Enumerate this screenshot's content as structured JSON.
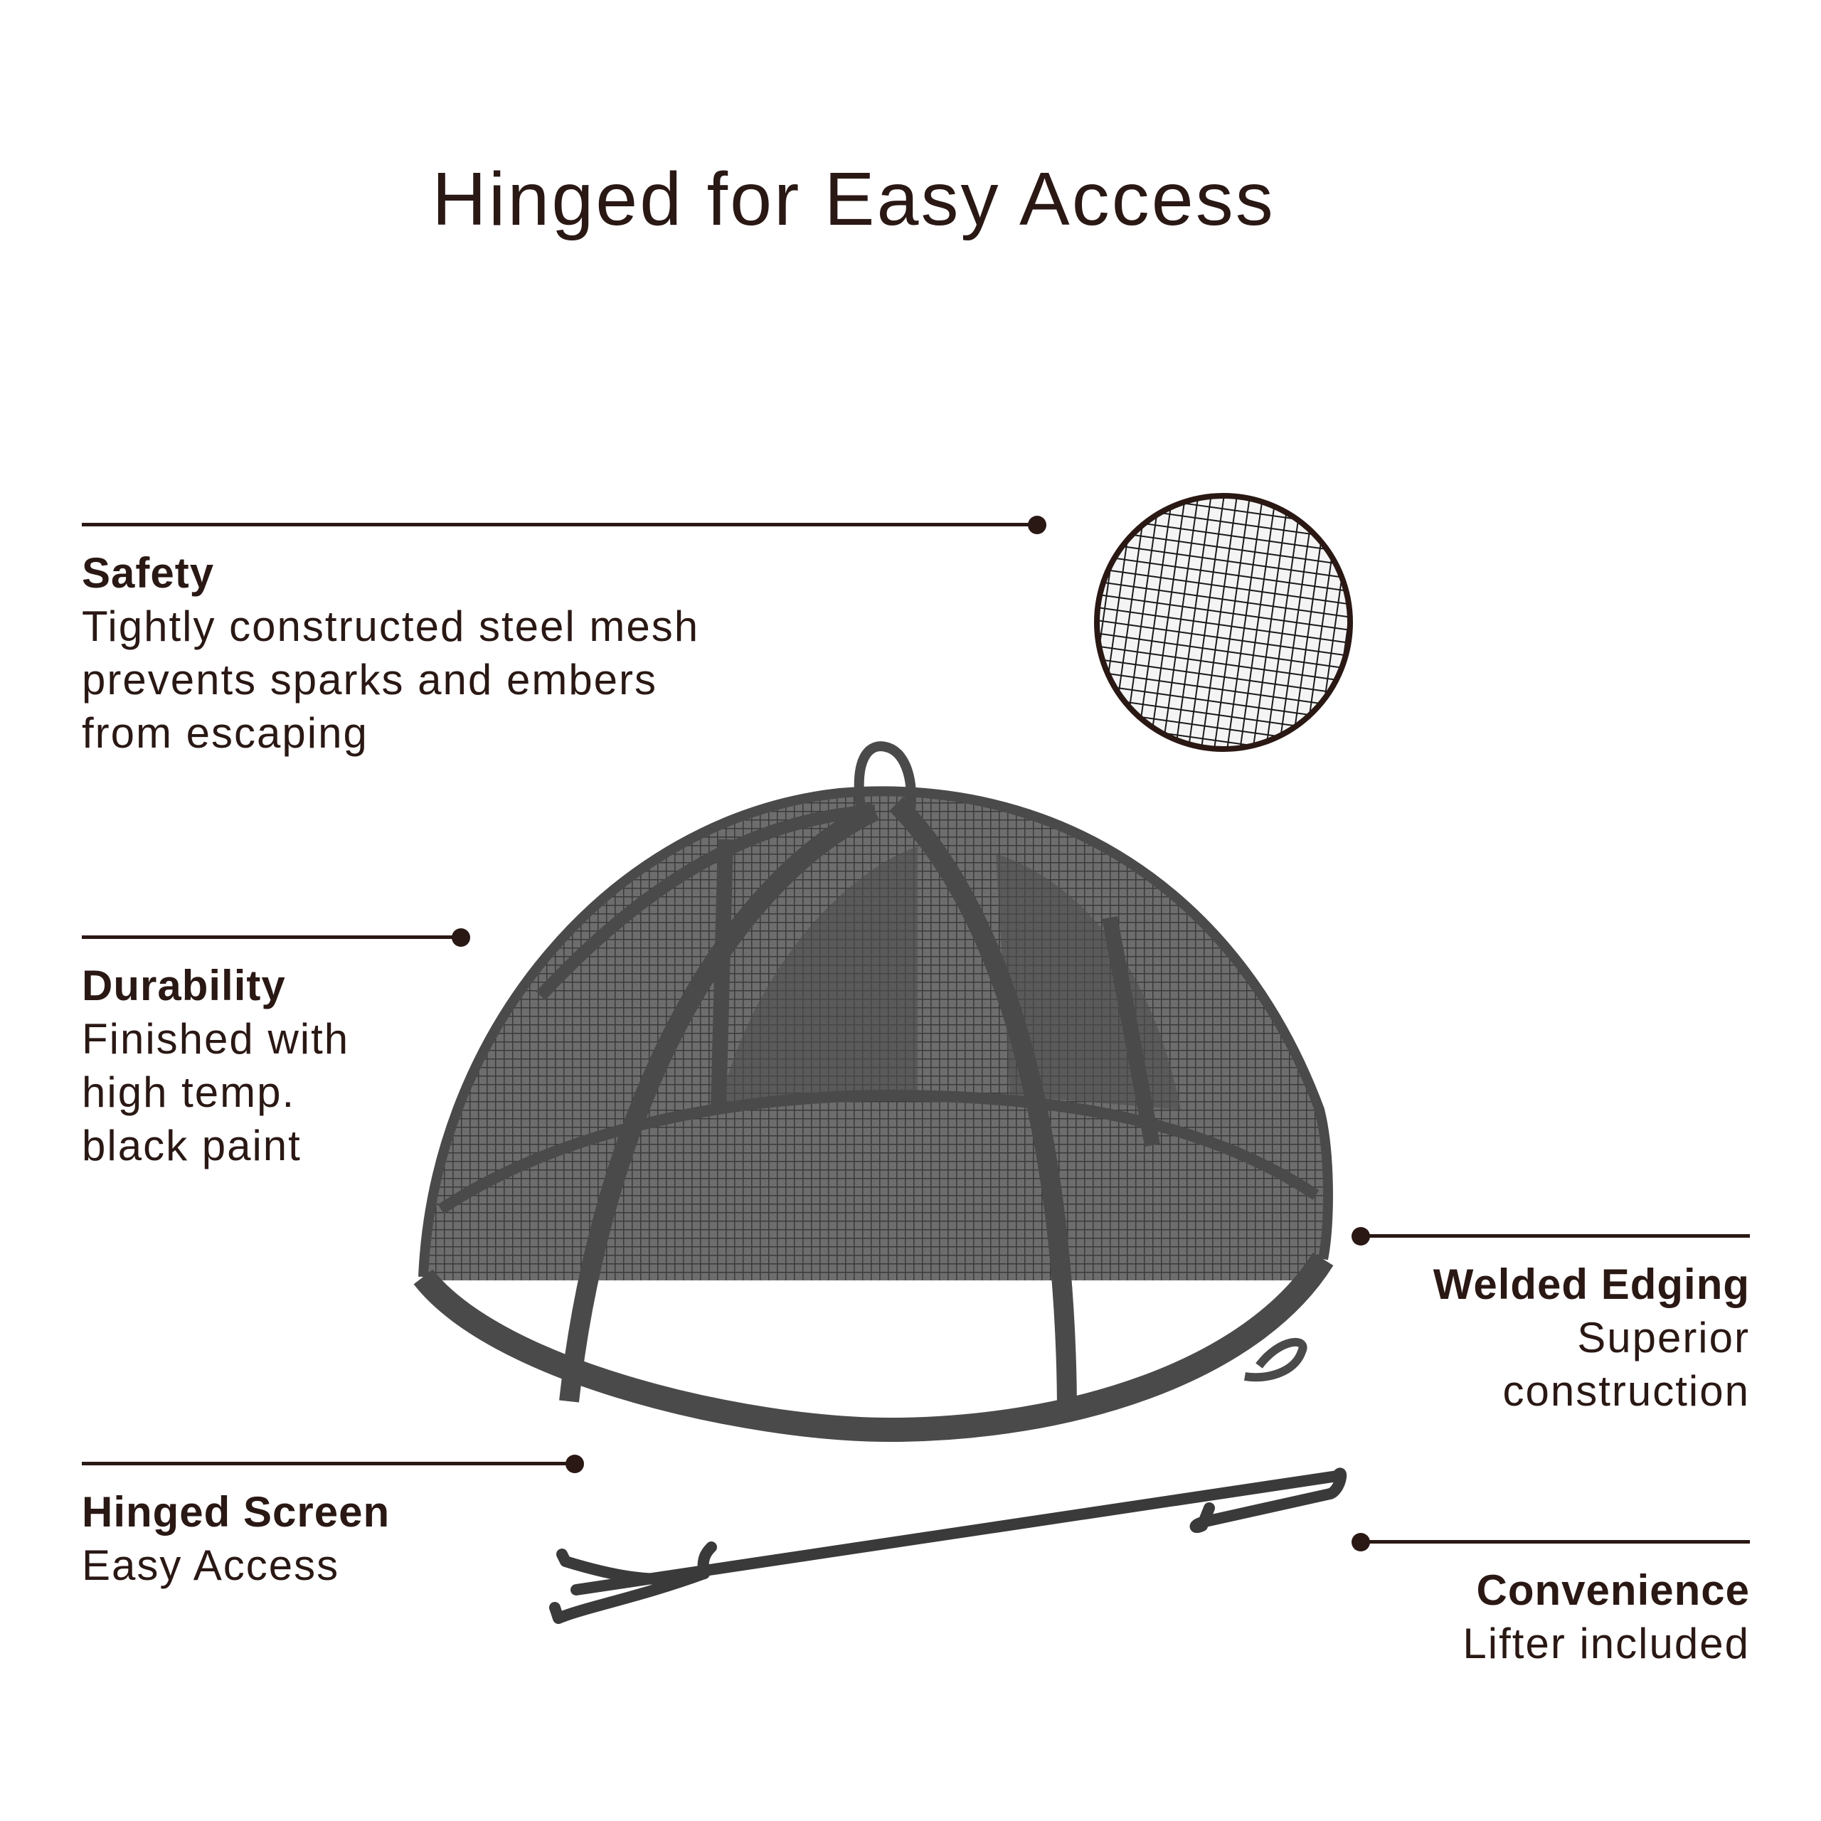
{
  "title": "Hinged for Easy Access",
  "features": [
    {
      "heading": "Safety",
      "lines": [
        "Tightly constructed steel mesh",
        "prevents sparks and embers",
        "from escaping"
      ]
    },
    {
      "heading": "Durability",
      "lines": [
        "Finished with",
        "high temp.",
        "black paint"
      ]
    },
    {
      "heading": "Welded Edging",
      "lines": [
        "Superior",
        "construction"
      ]
    },
    {
      "heading": "Hinged Screen",
      "lines": [
        "Easy Access"
      ]
    },
    {
      "heading": "Convenience",
      "lines": [
        "Lifter included"
      ]
    }
  ],
  "images": {
    "mesh_closeup": "steel-mesh-closeup",
    "dome_screen": "spark-screen-dome",
    "lifter_tool": "screen-lifter-tool"
  },
  "colors": {
    "text": "#2a1814",
    "product": "#4a4a4a"
  }
}
